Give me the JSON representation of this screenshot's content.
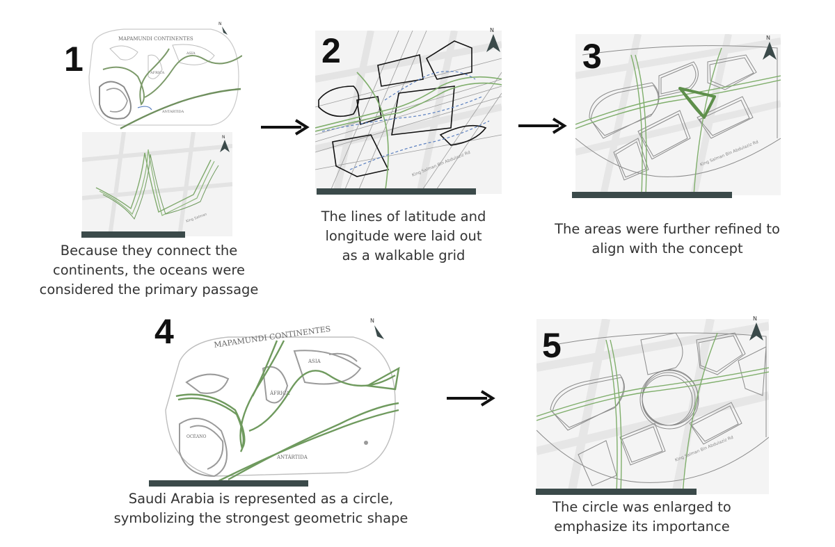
{
  "steps": [
    {
      "number": "1",
      "map_title": "MAPAMUNDI CONTINENTES",
      "map_labels": [
        "AFRICA",
        "ASIA",
        "ANTARTIDA"
      ],
      "caption": [
        "Because they connect the",
        "continents, the oceans were",
        "considered the primary passage"
      ]
    },
    {
      "number": "2",
      "road_label": "King Salman Bin Abdulaziz Rd",
      "caption": [
        "The lines of latitude and",
        "longitude were laid out",
        "as a walkable grid"
      ]
    },
    {
      "number": "3",
      "road_label": "King Salman Bin Abdulaziz Rd",
      "caption": [
        "The areas were further refined to",
        "align with the concept"
      ]
    },
    {
      "number": "4",
      "map_title": "MAPAMUNDI CONTINENTES",
      "map_labels": [
        "ÁFRICA",
        "ASIA",
        "ANTÁRTIDA",
        "OCÉANO"
      ],
      "caption": [
        "Saudi Arabia is represented as a circle,",
        "symbolizing the strongest geometric shape"
      ]
    },
    {
      "number": "5",
      "road_label": "King Salman Bin Abdulaziz Rd",
      "caption": [
        "The circle was enlarged to",
        "emphasize its importance"
      ]
    }
  ],
  "north_label": "N",
  "colors": {
    "bar": "#3b4a4a",
    "sketch_green": "#6f9a5e",
    "sketch_gray": "#8a8a8a",
    "ink": "#111111",
    "walk_blue": "#5a7fbf"
  }
}
